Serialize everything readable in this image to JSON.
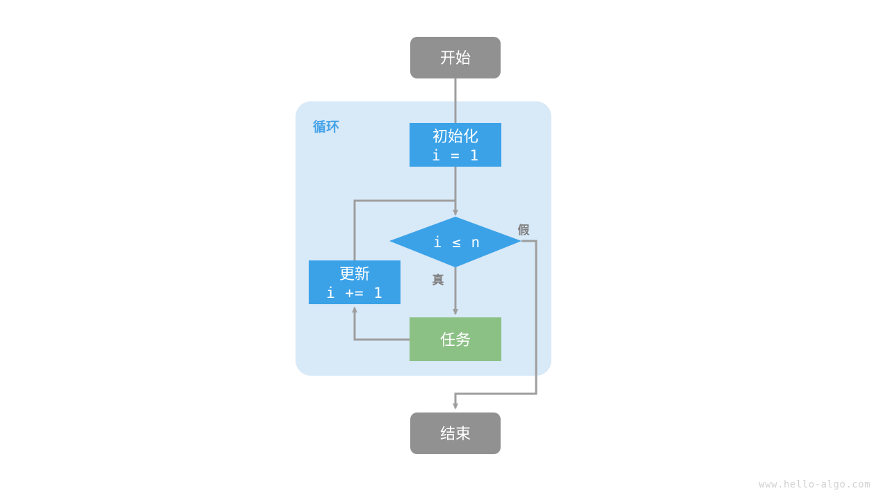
{
  "diagram": {
    "title": "for-loop-flowchart",
    "colors": {
      "terminal": "#919191",
      "process_blue": "#3ba2e8",
      "task_green": "#8cc185",
      "container_bg": "#d8e9f8",
      "edge": "#9e9e9e",
      "label_gray": "#808080",
      "group_label_blue": "#46a3e8",
      "node_text": "#ffffff",
      "background": "#ffffff"
    },
    "group": {
      "label": "循环"
    },
    "nodes": {
      "start": {
        "label": "开始",
        "shape": "rounded-rect",
        "color": "#919191"
      },
      "init": {
        "label_line1": "初始化",
        "label_line2": "i = 1",
        "shape": "rect",
        "color": "#3ba2e8"
      },
      "condition": {
        "label": "i ≤ n",
        "shape": "diamond",
        "color": "#3ba2e8"
      },
      "update": {
        "label_line1": "更新",
        "label_line2": "i += 1",
        "shape": "rect",
        "color": "#3ba2e8"
      },
      "task": {
        "label": "任务",
        "shape": "rect",
        "color": "#8cc185"
      },
      "end": {
        "label": "结束",
        "shape": "rounded-rect",
        "color": "#919191"
      }
    },
    "edge_labels": {
      "true_branch": "真",
      "false_branch": "假"
    },
    "watermark": "www.hello-algo.com"
  }
}
